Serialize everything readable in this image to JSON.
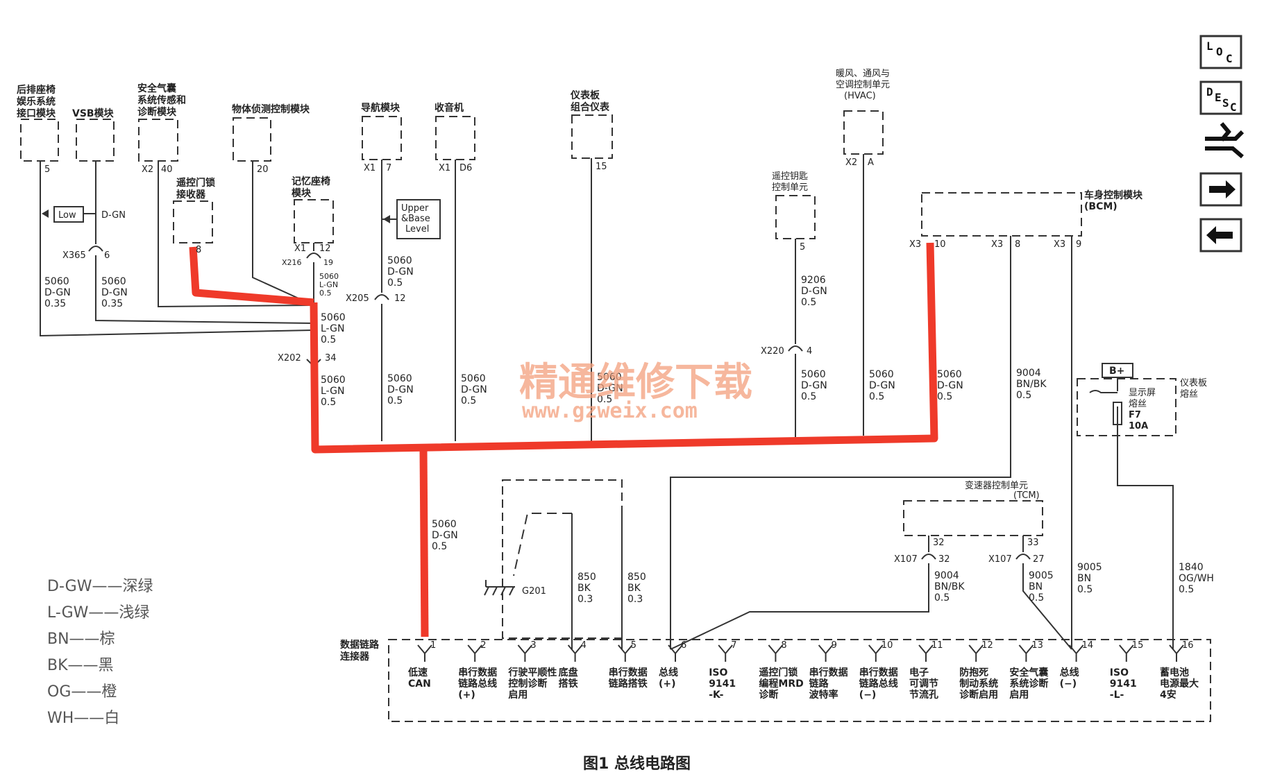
{
  "modules": {
    "rear_seat": [
      "后排座椅",
      "娱乐系统",
      "接口模块"
    ],
    "vsb": "VSB模块",
    "airbag": [
      "安全气囊",
      "系统传感和",
      "诊断模块"
    ],
    "object_detect": "物体侦测控制模块",
    "remote_lock": [
      "遥控门锁",
      "接收器"
    ],
    "memory_seat": [
      "记忆座椅",
      "模块"
    ],
    "nav": "导航模块",
    "radio": "收音机",
    "cluster": [
      "仪表板",
      "组合仪表"
    ],
    "remote_key": [
      "遥控钥匙",
      "控制单元"
    ],
    "hvac": [
      "暖风、通风与",
      "空调控制单元",
      "(HVAC)"
    ],
    "bcm": [
      "车身控制模块",
      "(BCM)"
    ],
    "tcm": [
      "变速器控制单元",
      "(TCM)"
    ],
    "fuse_box": [
      "仪表板",
      "熔丝"
    ],
    "fuse": [
      "显示屏",
      "熔丝",
      "F7",
      "10A"
    ],
    "b_plus": "B+",
    "dlc": [
      "数据链路",
      "连接器"
    ]
  },
  "pins": {
    "rear_seat": "5",
    "vsb_conn": "X365",
    "vsb_pin": "6",
    "airbag_conn": "X2",
    "airbag_pin": "40",
    "object_detect": "20",
    "remote_lock": "8",
    "memory_seat_conn": "X1",
    "memory_seat_pin": "12",
    "x216": "X216",
    "x216_pin": "19",
    "nav_conn": "X1",
    "nav_pin": "7",
    "x205": "X205",
    "x205_pin": "12",
    "radio_conn": "X1",
    "radio_pin": "D6",
    "cluster": "15",
    "remote_key": "5",
    "x220": "X220",
    "x220_pin": "4",
    "hvac_conn": "X2",
    "hvac_pin": "A",
    "bcm_conn1": "X3",
    "bcm_pin1": "10",
    "bcm_conn2": "X3",
    "bcm_pin2": "8",
    "bcm_conn3": "X3",
    "bcm_pin3": "9",
    "x202": "X202",
    "x202_pin": "34",
    "tcm_pin1": "32",
    "tcm_pin2": "33",
    "x107a": "X107",
    "x107a_pin": "32",
    "x107b": "X107",
    "x107b_pin": "27",
    "ground": "G201"
  },
  "wire_labels": {
    "low": "Low",
    "dgn": "D-GN",
    "upper": [
      "Upper",
      "&Base",
      "Level"
    ],
    "w_rear": [
      "5060",
      "D-GN",
      "0.35"
    ],
    "w_vsb": [
      "5060",
      "D-GN",
      "0.35"
    ],
    "w_memory": [
      "5060",
      "L-GN",
      "0.5"
    ],
    "w_main1": [
      "5060",
      "L-GN",
      "0.5"
    ],
    "w_main2": [
      "5060",
      "L-GN",
      "0.5"
    ],
    "w_nav1": [
      "5060",
      "D-GN",
      "0.5"
    ],
    "w_nav2": [
      "5060",
      "D-GN",
      "0.5"
    ],
    "w_radio": [
      "5060",
      "D-GN",
      "0.5"
    ],
    "w_cluster": [
      "5060",
      "D-GN",
      "0.5"
    ],
    "w_key1": [
      "9206",
      "D-GN",
      "0.5"
    ],
    "w_key2": [
      "5060",
      "D-GN",
      "0.5"
    ],
    "w_hvac": [
      "5060",
      "D-GN",
      "0.5"
    ],
    "w_bcm": [
      "5060",
      "D-GN",
      "0.5"
    ],
    "w_bcm8": [
      "9004",
      "BN/BK",
      "0.5"
    ],
    "w_trunk": [
      "5060",
      "D-GN",
      "0.5"
    ],
    "w_gnd1": [
      "850",
      "BK",
      "0.3"
    ],
    "w_gnd2": [
      "850",
      "BK",
      "0.3"
    ],
    "w_tcm1": [
      "9004",
      "BN/BK",
      "0.5"
    ],
    "w_tcm2": [
      "9005",
      "BN",
      "0.5"
    ],
    "w_bcm9": [
      "9005",
      "BN",
      "0.5"
    ],
    "w_fuse": [
      "1840",
      "OG/WH",
      "0.5"
    ]
  },
  "dlc_pins": [
    {
      "num": "1",
      "label": [
        "低速",
        "CAN"
      ]
    },
    {
      "num": "2",
      "label": [
        "串行数据",
        "链路总线",
        "(+)"
      ]
    },
    {
      "num": "3",
      "label": [
        "行驶平顺性",
        "控制诊断",
        "启用"
      ]
    },
    {
      "num": "4",
      "label": [
        "底盘",
        "搭铁"
      ]
    },
    {
      "num": "5",
      "label": [
        "串行数据",
        "链路搭铁"
      ]
    },
    {
      "num": "6",
      "label": [
        "总线",
        "(+)"
      ]
    },
    {
      "num": "7",
      "label": [
        "ISO",
        "9141",
        "-K-"
      ]
    },
    {
      "num": "8",
      "label": [
        "遥控门锁",
        "编程MRD",
        "诊断"
      ]
    },
    {
      "num": "9",
      "label": [
        "串行数据",
        "链路",
        "波特率"
      ]
    },
    {
      "num": "10",
      "label": [
        "串行数据",
        "链路总线",
        "(−)"
      ]
    },
    {
      "num": "11",
      "label": [
        "电子",
        "可调节",
        "节流孔"
      ]
    },
    {
      "num": "12",
      "label": [
        "防抱死",
        "制动系统",
        "诊断启用"
      ]
    },
    {
      "num": "13",
      "label": [
        "安全气囊",
        "系统诊断",
        "启用"
      ]
    },
    {
      "num": "14",
      "label": [
        "总线",
        "(−)"
      ]
    },
    {
      "num": "15",
      "label": [
        "ISO",
        "9141",
        "-L-"
      ]
    },
    {
      "num": "16",
      "label": [
        "蓄电池",
        "电源最大",
        "4安"
      ]
    }
  ],
  "legend": [
    "D-GW——深绿",
    "L-GW——浅绿",
    "BN——棕",
    "BK——黑",
    "OG——橙",
    "WH——白"
  ],
  "caption": "图1  总线电路图",
  "watermark": {
    "line1": "精通维修下载",
    "line2": "www.gzweix.com"
  },
  "nav_icons": [
    "loc-icon",
    "desc-icon",
    "route-icon",
    "arrow-right-icon",
    "arrow-left-icon"
  ],
  "colors": {
    "highlight_wire": "#ef3a2a",
    "line": "#333333",
    "watermark": "#f3a07d"
  }
}
